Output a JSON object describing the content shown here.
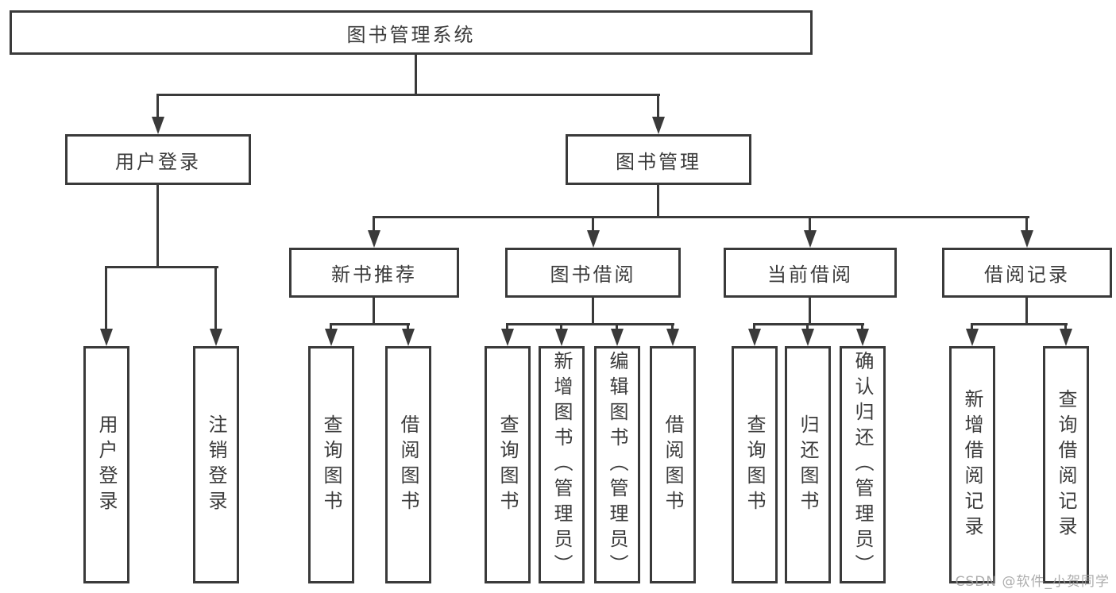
{
  "colors": {
    "line": "#3a3a3a",
    "text": "#3b3b3b",
    "watermark": "#9e9e9e",
    "background": "#ffffff"
  },
  "nodes": {
    "root": {
      "label": "图书管理系统"
    },
    "level2": [
      {
        "label": "用户登录"
      },
      {
        "label": "图书管理"
      }
    ],
    "level3": [
      {
        "label": "新书推荐"
      },
      {
        "label": "图书借阅"
      },
      {
        "label": "当前借阅"
      },
      {
        "label": "借阅记录"
      }
    ],
    "leaves": [
      {
        "label": "用户登录"
      },
      {
        "label": "注销登录"
      },
      {
        "label": "查询图书"
      },
      {
        "label": "借阅图书"
      },
      {
        "label": "查询图书"
      },
      {
        "label": "新增图书（管理员）"
      },
      {
        "label": "编辑图书（管理员）"
      },
      {
        "label": "借阅图书"
      },
      {
        "label": "查询图书"
      },
      {
        "label": "归还图书"
      },
      {
        "label": "确认归还（管理员）"
      },
      {
        "label": "新增借阅记录"
      },
      {
        "label": "查询借阅记录"
      }
    ]
  },
  "watermark": {
    "text": "CSDN @软件_小贺同学"
  }
}
